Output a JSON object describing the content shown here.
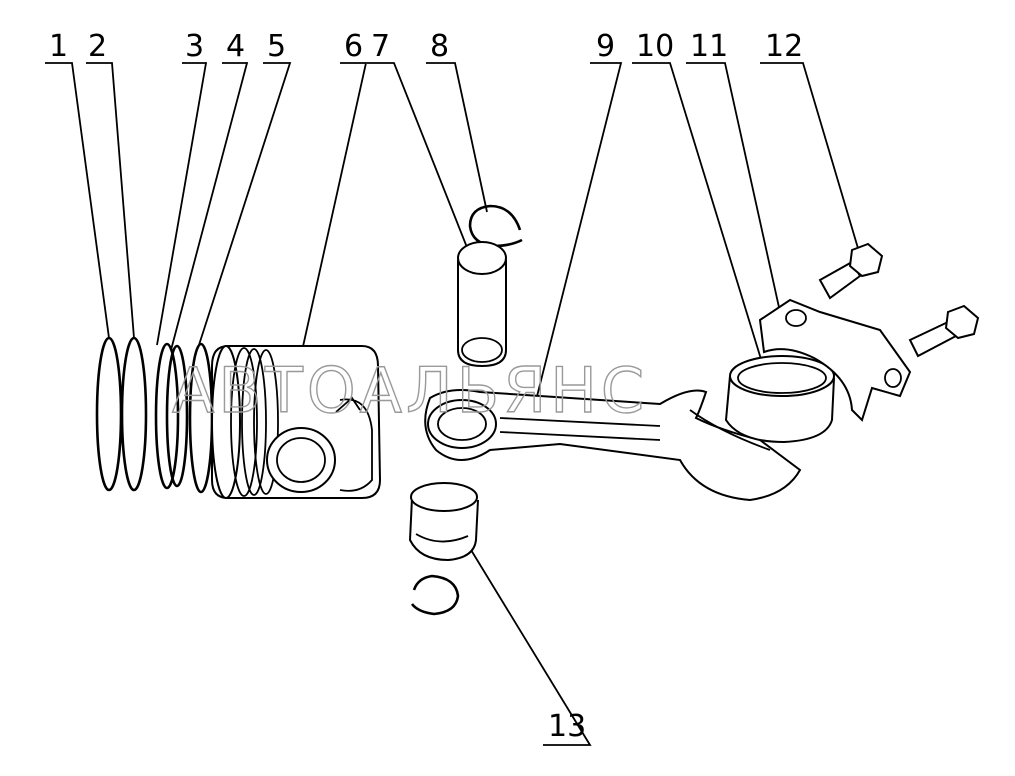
{
  "callouts": {
    "c1": "1",
    "c2": "2",
    "c3": "3",
    "c4": "4",
    "c5": "5",
    "c6": "6",
    "c7": "7",
    "c8": "8",
    "c9": "9",
    "c10": "10",
    "c11": "11",
    "c12": "12",
    "c13": "13"
  },
  "watermark": "АВТОАЛЬЯНС",
  "colors": {
    "ink": "#000000",
    "watermark": "#9a9a9a",
    "background": "#ffffff"
  }
}
